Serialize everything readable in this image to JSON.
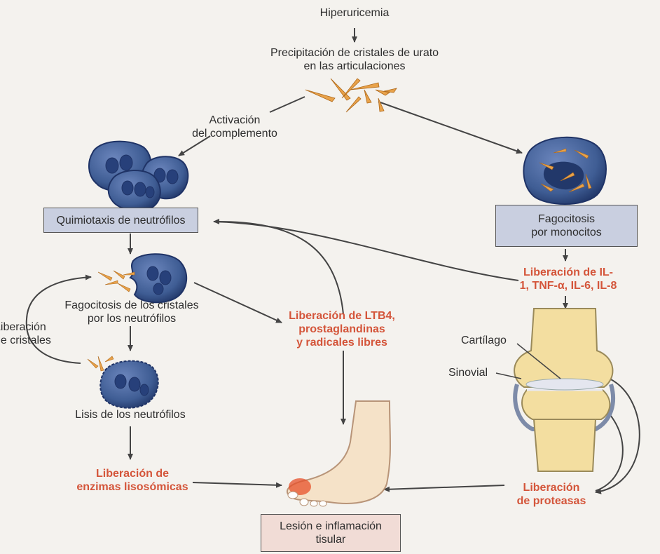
{
  "top": {
    "hiperuricemia": "Hiperuricemia",
    "precipitacion_l1": "Precipitación de cristales de urato",
    "precipitacion_l2": "en las articulaciones"
  },
  "left": {
    "activacion_l1": "Activación",
    "activacion_l2": "del complemento",
    "quimiotaxis": "Quimiotaxis de neutrófilos",
    "fagocitosis_l1": "Fagocitosis de los cristales",
    "fagocitosis_l2": "por los neutrófilos",
    "liberacion_cristales_l1": "Liberación",
    "liberacion_cristales_l2": "de cristales",
    "lisis": "Lisis de los neutrófilos",
    "enzimas_l1": "Liberación de",
    "enzimas_l2": "enzimas lisosómicas"
  },
  "center": {
    "ltb4_l1": "Liberación de LTB4,",
    "ltb4_l2": "prostaglandinas",
    "ltb4_l3": "y radicales libres",
    "lesion_l1": "Lesión e inflamación",
    "lesion_l2": "tisular"
  },
  "right": {
    "fagocitosis_mono_l1": "Fagocitosis",
    "fagocitosis_mono_l2": "por monocitos",
    "il_l1": "Liberación de IL-",
    "il_l2": "1, TNF-α, IL-6, IL-8",
    "cartilago": "Cartílago",
    "sinovial": "Sinovial",
    "proteasas_l1": "Liberación",
    "proteasas_l2": "de proteasas"
  },
  "colors": {
    "cell_fill": "#3f5d94",
    "cell_dark": "#1f3366",
    "crystal": "#e8a24a",
    "box_blue": "#c9cfe0",
    "box_pink": "#f1dcd6",
    "red_text": "#d4553a",
    "bone": "#f3dea0"
  }
}
